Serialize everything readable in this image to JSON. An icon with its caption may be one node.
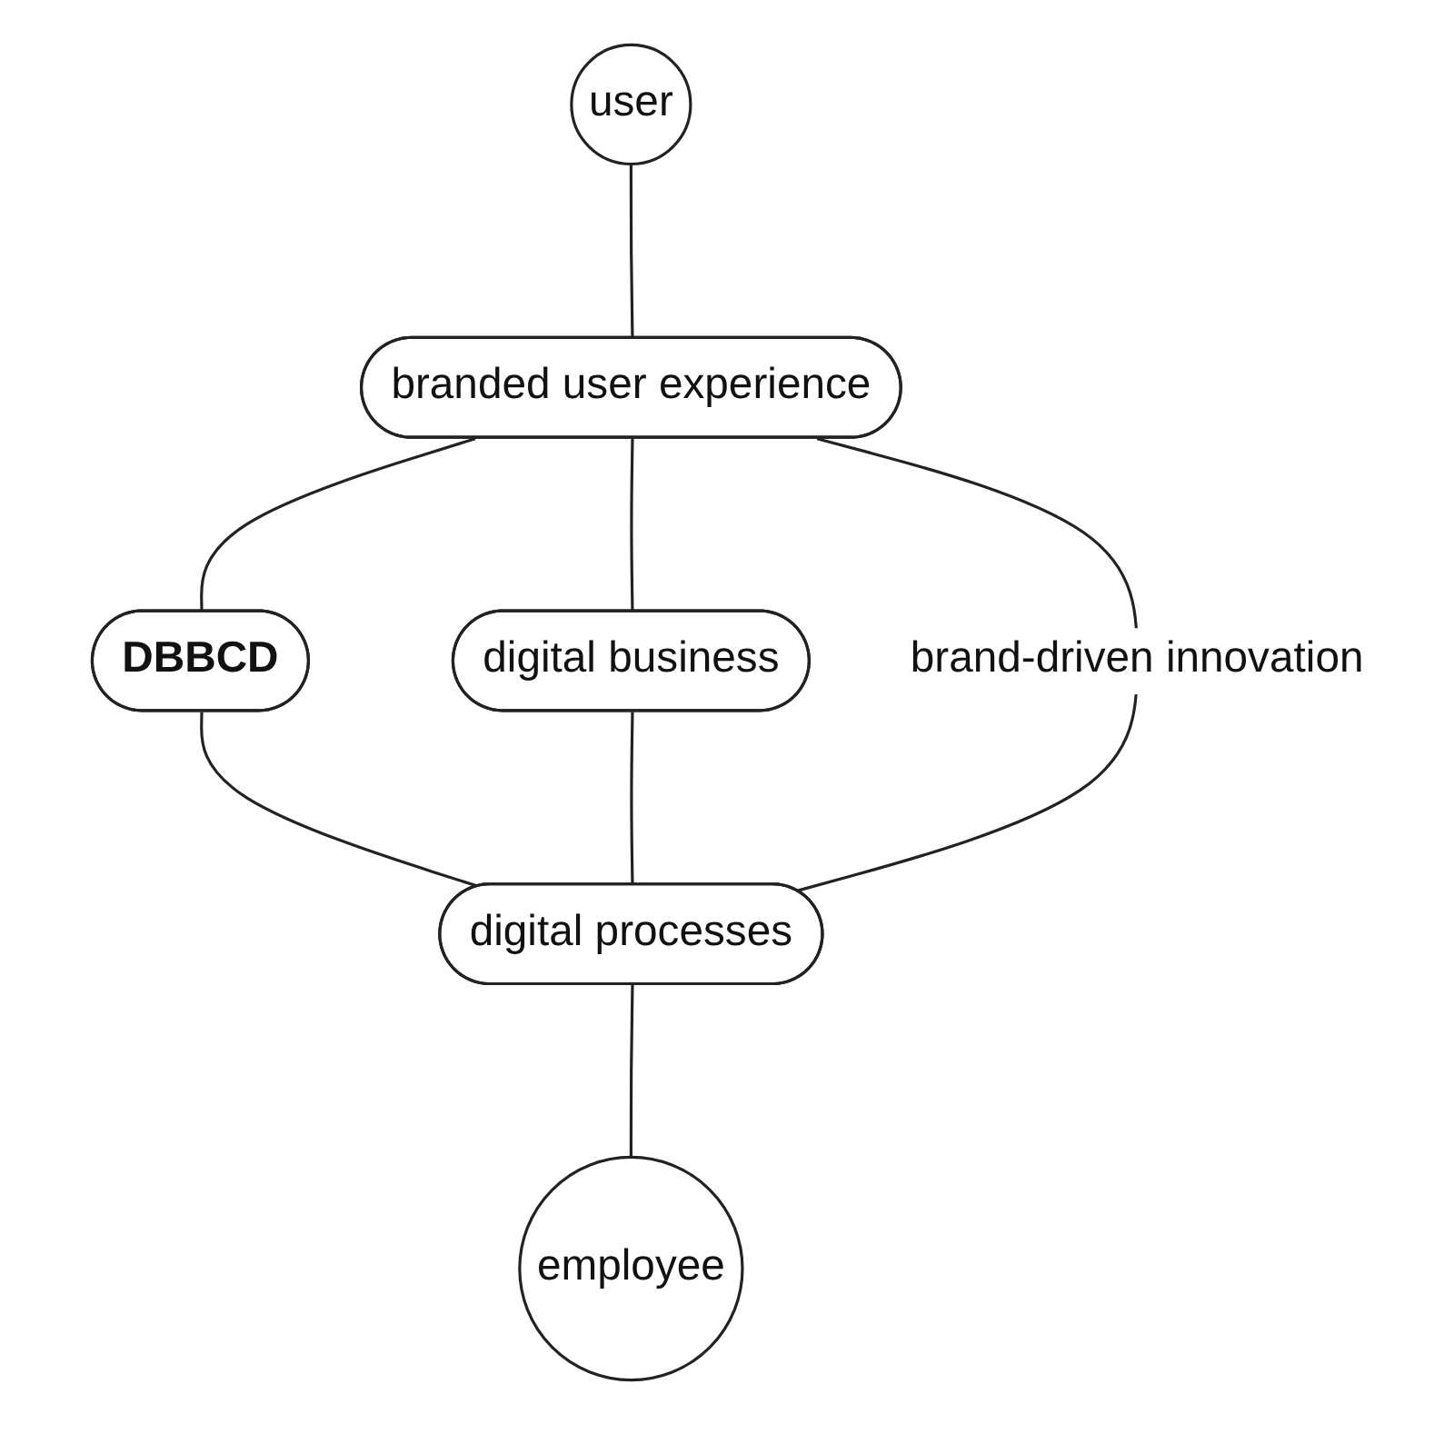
{
  "diagram": {
    "nodes": [
      {
        "text": [
          "user"
        ]
      },
      {
        "text": [
          "branded user experience"
        ]
      },
      {
        "text": [
          "DBBCD"
        ]
      },
      {
        "text": [
          "digital business"
        ]
      },
      {
        "text": [
          "digital processes"
        ]
      },
      {
        "text": [
          "employee"
        ]
      }
    ],
    "edges": [
      {
        "from": 0,
        "to": 1,
        "arrow": "none"
      },
      {
        "from": 1,
        "to": 2,
        "arrow": "none"
      },
      {
        "from": 2,
        "to": 4,
        "arrow": "none"
      },
      {
        "from": 1,
        "to": 3,
        "arrow": "none"
      },
      {
        "from": 3,
        "to": 4,
        "arrow": "none"
      },
      {
        "from": 1,
        "to": 4,
        "label": "brand-driven innovation",
        "arrow": "none"
      },
      {
        "from": 4,
        "to": 5,
        "arrow": "none"
      }
    ]
  }
}
